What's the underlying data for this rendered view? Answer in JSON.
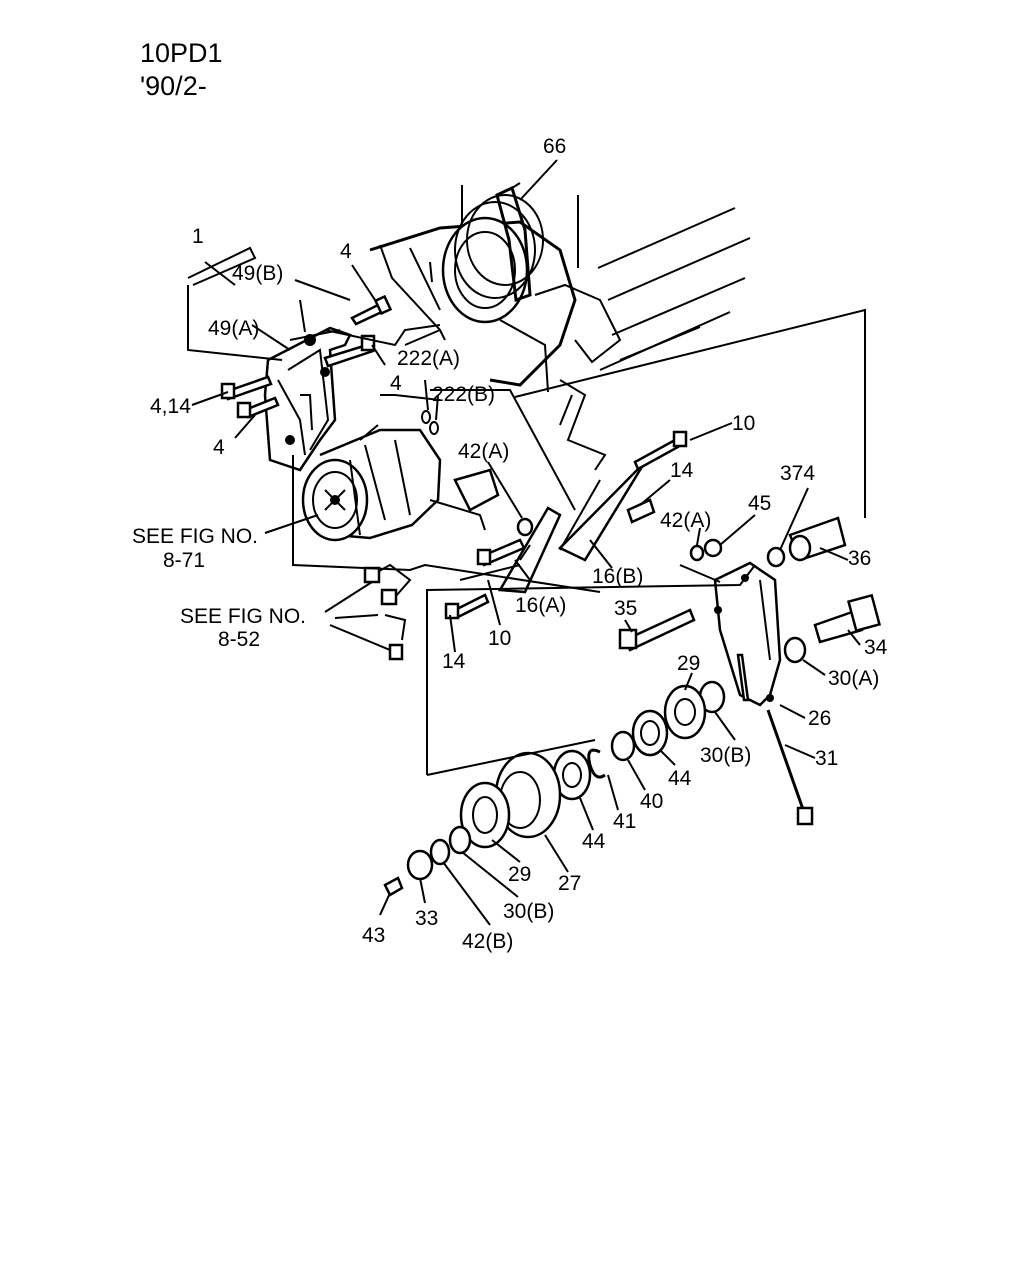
{
  "header": {
    "model": "10PD1",
    "date": "'90/2-"
  },
  "refs": {
    "fig_8_71": [
      "SEE FIG NO.",
      "8-71"
    ],
    "fig_8_52": [
      "SEE FIG NO.",
      "8-52"
    ]
  },
  "callouts": {
    "p66": "66",
    "p1": "1",
    "p49b": "49(B)",
    "p49a": "49(A)",
    "p4_top": "4",
    "p4_mid": "4",
    "p4_left": "4",
    "p4_14": "4,14",
    "p222a": "222(A)",
    "p222b": "222(B)",
    "p10_top": "10",
    "p10_bot": "10",
    "p42a_top": "42(A)",
    "p42a_right": "42(A)",
    "p14_top": "14",
    "p14_bot": "14",
    "p374": "374",
    "p45": "45",
    "p36": "36",
    "p16b": "16(B)",
    "p16a": "16(A)",
    "p35": "35",
    "p34": "34",
    "p30a": "30(A)",
    "p29_top": "29",
    "p26": "26",
    "p30b_right": "30(B)",
    "p31": "31",
    "p44_right": "44",
    "p40": "40",
    "p41": "41",
    "p44_left": "44",
    "p29_bot": "29",
    "p27": "27",
    "p30b_bot": "30(B)",
    "p42b": "42(B)",
    "p33": "33",
    "p43": "43"
  }
}
